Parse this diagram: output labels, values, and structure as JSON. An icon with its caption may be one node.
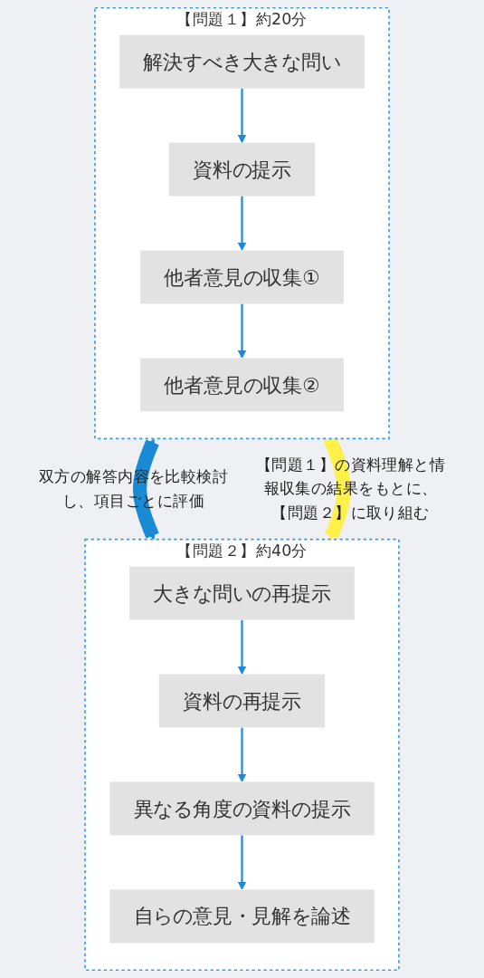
{
  "diagram": {
    "nodes": [
      {
        "text": [
          "【問題１】約20分"
        ]
      },
      {
        "text": [
          "解決すべき大きな問い"
        ],
        "in": 0
      },
      {
        "text": [
          "資料の提示"
        ],
        "in": 0
      },
      {
        "text": [
          "他者意見の収集①"
        ],
        "in": 0
      },
      {
        "text": [
          "他者意見の収集②"
        ],
        "in": 0
      },
      {
        "text": [
          "【問題２】約40分"
        ]
      },
      {
        "text": [
          "大きな問いの再提示"
        ],
        "in": 5
      },
      {
        "text": [
          "資料の再提示"
        ],
        "in": 5
      },
      {
        "text": [
          "異なる角度の資料の提示"
        ],
        "in": 5
      },
      {
        "text": [
          "自らの意見・見解を論述"
        ],
        "in": 5
      }
    ],
    "edges": [
      {
        "from": 1,
        "to": 2,
        "arrow": "to"
      },
      {
        "from": 2,
        "to": 3,
        "arrow": "to"
      },
      {
        "from": 3,
        "to": 4,
        "arrow": "to"
      },
      {
        "from": 0,
        "to": 5,
        "arrow": "both",
        "label": "双方の解答内容を比較検討し、項目ごとに評価",
        "style": "thick"
      },
      {
        "from": 0,
        "to": 5,
        "arrow": "to",
        "label": "【問題１】の資料理解と情報収集の結果をもとに、【問題２】に取り組む",
        "style": "thick",
        "color": "#fff04a"
      },
      {
        "from": 6,
        "to": 7,
        "arrow": "to"
      },
      {
        "from": 7,
        "to": 8,
        "arrow": "to"
      },
      {
        "from": 8,
        "to": 9,
        "arrow": "to"
      }
    ]
  }
}
